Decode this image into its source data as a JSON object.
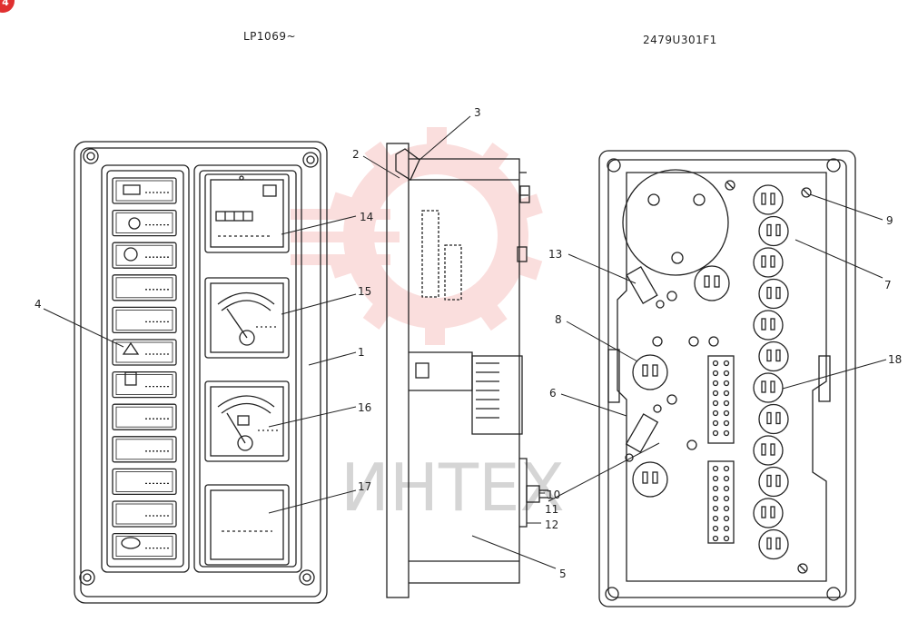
{
  "badge": "4",
  "header": {
    "left_code": "LP1069~",
    "right_code": "2479U301F1"
  },
  "watermark": {
    "text": "ИНТЕХ",
    "color": "#e53935"
  },
  "callouts": [
    "1",
    "2",
    "3",
    "4",
    "5",
    "6",
    "7",
    "8",
    "9",
    "10",
    "11",
    "12",
    "13",
    "14",
    "15",
    "16",
    "17",
    "18"
  ]
}
